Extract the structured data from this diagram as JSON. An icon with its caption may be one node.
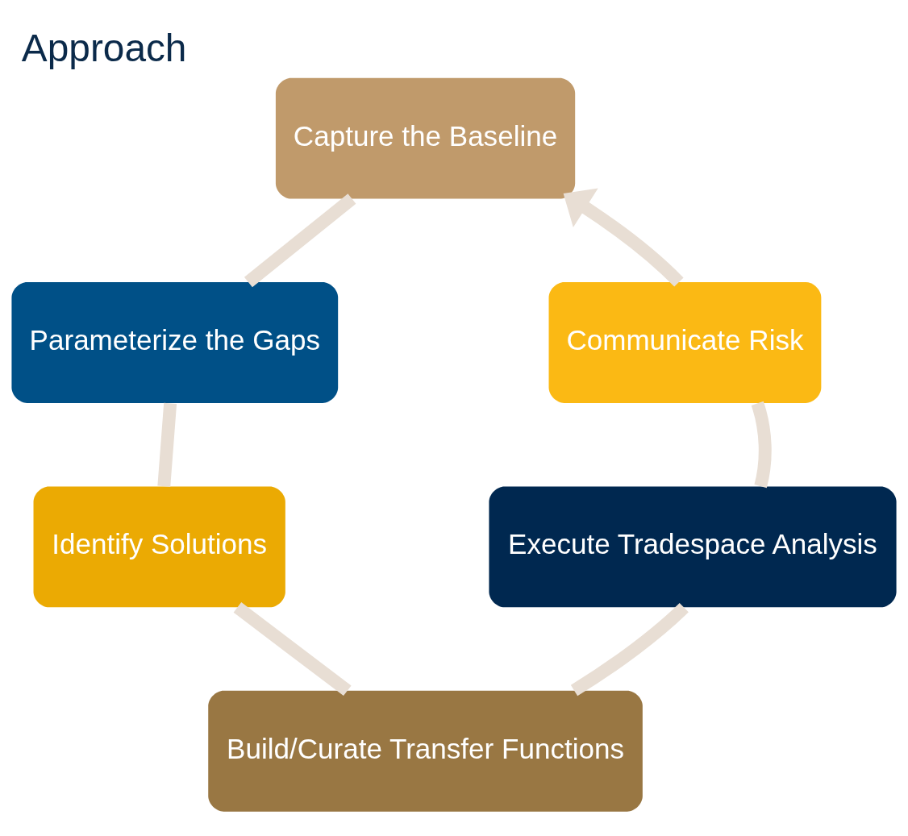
{
  "diagram": {
    "title": "Approach",
    "nodes": [
      {
        "text": [
          "Capture the Baseline"
        ]
      },
      {
        "text": [
          "Parameterize the Gaps"
        ]
      },
      {
        "text": [
          "Identify Solutions"
        ]
      },
      {
        "text": [
          "Build/Curate Transfer Functions"
        ]
      },
      {
        "text": [
          "Execute Tradespace Analysis"
        ]
      },
      {
        "text": [
          "Communicate Risk"
        ]
      }
    ],
    "edges": [
      {
        "from": 0,
        "to": 1,
        "arrow": "none"
      },
      {
        "from": 1,
        "to": 2,
        "arrow": "none"
      },
      {
        "from": 2,
        "to": 3,
        "arrow": "none"
      },
      {
        "from": 3,
        "to": 4,
        "arrow": "none"
      },
      {
        "from": 4,
        "to": 5,
        "arrow": "none"
      },
      {
        "from": 5,
        "to": 0,
        "arrow": "to"
      }
    ]
  }
}
